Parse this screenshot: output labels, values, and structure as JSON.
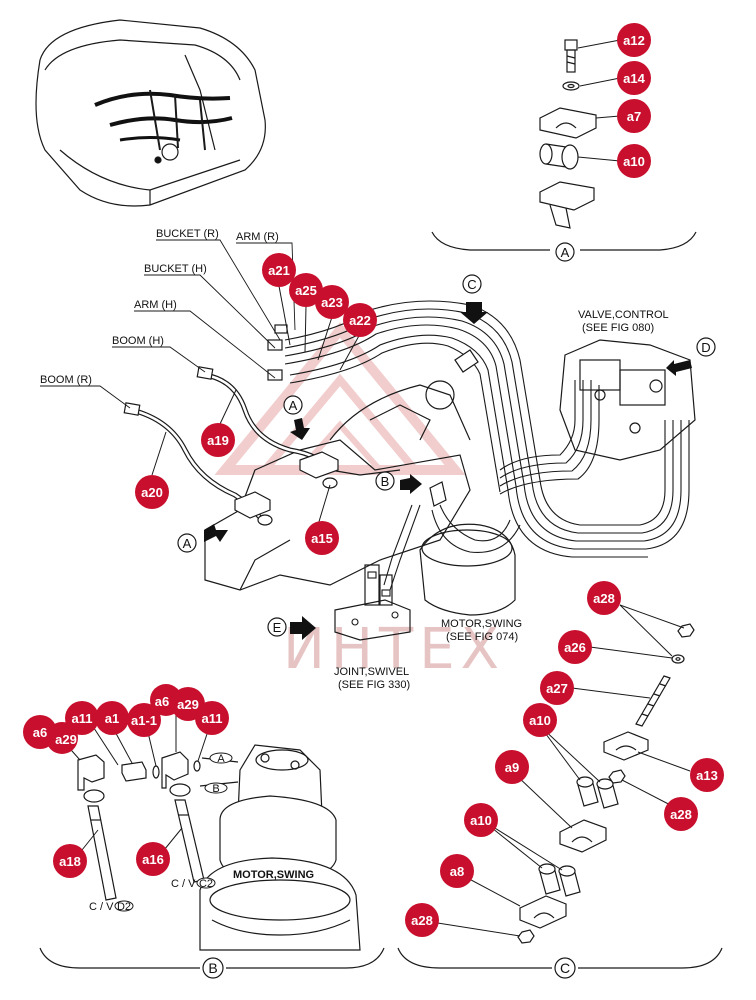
{
  "hose_labels": {
    "bucket_r": "BUCKET (R)",
    "arm_r": "ARM (R)",
    "bucket_h": "BUCKET (H)",
    "arm_h": "ARM (H)",
    "boom_h": "BOOM (H)",
    "boom_r": "BOOM (R)"
  },
  "component_labels": {
    "valve_line1": "VALVE,CONTROL",
    "valve_line2": "(SEE FIG 080)",
    "motor_line1": "MOTOR,SWING",
    "motor_line2": "(SEE FIG 074)",
    "joint_line1": "JOINT,SWIVEL",
    "joint_line2": "(SEE FIG 330)",
    "motor_swing_body": "MOTOR,SWING",
    "cv_d2": "C / V",
    "cv_d2_tag": "D2",
    "cv_c2": "C / V",
    "cv_c2_tag": "C2"
  },
  "view_markers": {
    "A": "A",
    "B": "B",
    "C": "C",
    "D": "D",
    "E": "E"
  },
  "callouts": {
    "a12": "a12",
    "a14": "a14",
    "a7": "a7",
    "a10": "a10",
    "a21": "a21",
    "a25": "a25",
    "a23": "a23",
    "a22": "a22",
    "a19": "a19",
    "a20": "a20",
    "a15": "a15",
    "a28": "a28",
    "a26": "a26",
    "a27": "a27",
    "a13": "a13",
    "a9": "a9",
    "a8": "a8",
    "a6": "a6",
    "a11": "a11",
    "a1": "a1",
    "a1_1": "a1-1",
    "a29": "a29",
    "a18": "a18",
    "a16": "a16"
  },
  "watermark": "ИНТЕХ",
  "colors": {
    "callout": "#c8102e",
    "line": "#1a1a1a",
    "watermark": "#e7c4c4"
  }
}
